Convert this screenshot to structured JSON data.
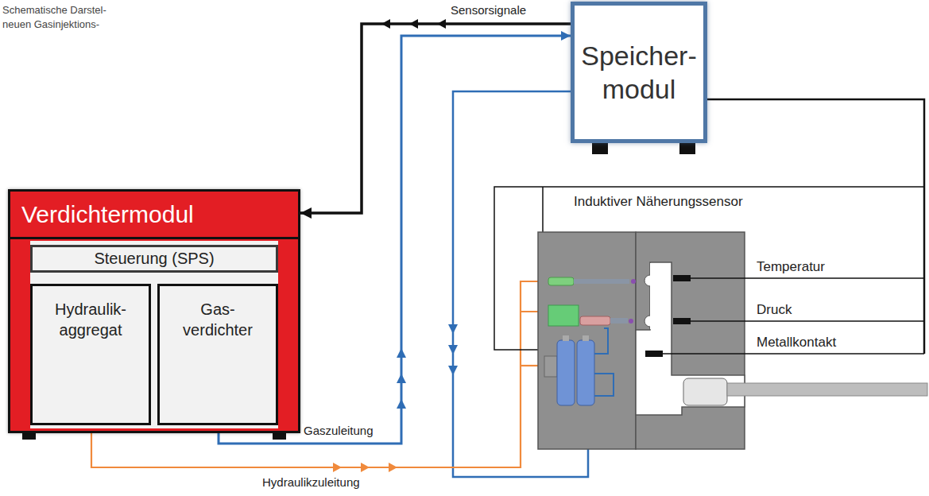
{
  "diagram": {
    "caption": "Schematische Darstel- neuen Gasinjektions-",
    "nodes": [
      {
        "text": [
          "Verdichtermodul"
        ]
      },
      {
        "text": [
          "Steuerung (SPS)"
        ],
        "in": 0
      },
      {
        "text": [
          "Hydraulik- aggregat"
        ],
        "in": 0
      },
      {
        "text": [
          "Gas- verdichter"
        ],
        "in": 0
      },
      {
        "text": [
          "Speicher- modul"
        ]
      }
    ],
    "edges": [
      {
        "from": 4,
        "to": 0,
        "arrow": "to",
        "label": "Sensorsignale"
      },
      {
        "from": 3,
        "to": 4,
        "arrow": "to",
        "label": "Gaszuleitung"
      }
    ],
    "labels": [
      "Induktiver Näherungssensor",
      "Temperatur",
      "Druck",
      "Metallkontakt",
      "Hydraulikzuleitung"
    ]
  }
}
